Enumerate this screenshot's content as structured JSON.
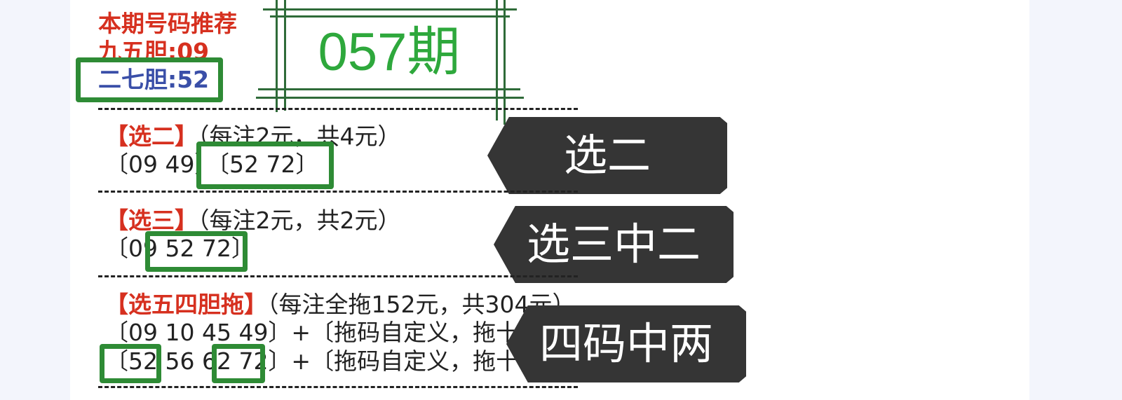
{
  "header": {
    "title": "本期号码推荐",
    "dan95": "九五胆:09",
    "dan27": "二七胆:52",
    "issue": "057期"
  },
  "sections": [
    {
      "label": "【选二】",
      "note": "（每注2元，共4元）",
      "numbers": "〔09 49〕〔52 72〕",
      "tag": "选二"
    },
    {
      "label": "【选三】",
      "note": "（每注2元，共2元）",
      "numbers": "〔09 52 72〕",
      "tag": "选三中二"
    },
    {
      "label": "【选五四胆拖】",
      "note": "（每注全拖152元，共304元）",
      "line1": "〔09 10 45 49〕+〔拖码自定义，拖十码到十五码为最佳〕",
      "line2": "〔52 56 62 72〕+〔拖码自定义，拖十码到十五码为最佳〕",
      "tag": "四码中两"
    }
  ],
  "colors": {
    "highlight_box": "#2e8b35",
    "issue_text": "#2ea83c",
    "label_red": "#d6301f",
    "dan_blue": "#3a4fa8",
    "tag_bg": "#353535"
  }
}
